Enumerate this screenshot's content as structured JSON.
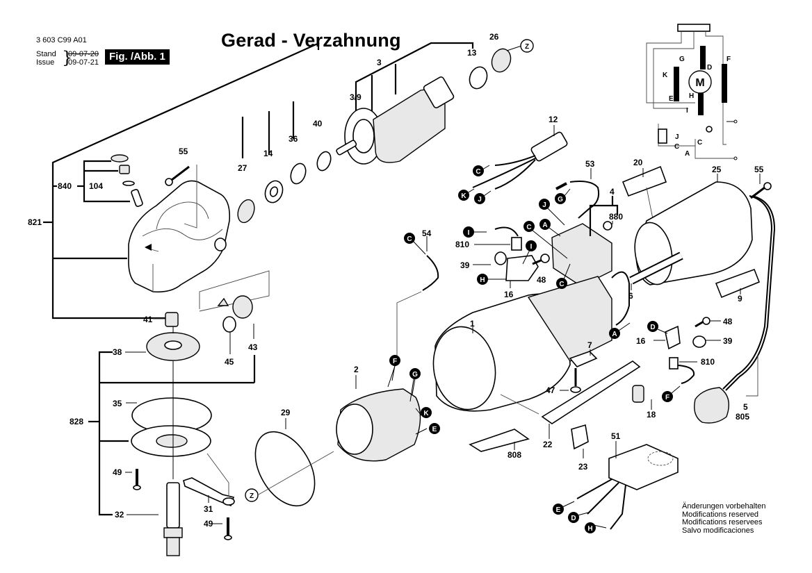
{
  "header": {
    "doc_number": "3 603 C99 A01",
    "stand_label": "Stand",
    "issue_label": "Issue",
    "stand_date_struck": "09-07-20",
    "issue_date": "09-07-21",
    "figure_badge": "Fig. /Abb. 1",
    "title": "Gerad - Verzahnung"
  },
  "notes": [
    "Änderungen vorbehalten",
    "Modifications reserved",
    "Modifications reservees",
    "Salvo modificaciones"
  ],
  "part_labels": {
    "p821": "821",
    "p840": "840",
    "p104": "104",
    "p55a": "55",
    "p27": "27",
    "p14": "14",
    "p36": "36",
    "p40": "40",
    "p41": "41",
    "p45": "45",
    "p43": "43",
    "p38": "38",
    "p35": "35",
    "p828": "828",
    "p49a": "49",
    "p49b": "49",
    "p32": "32",
    "p31": "31",
    "p3": "3",
    "p3_9": "3/9",
    "p13": "13",
    "p26": "26",
    "p12": "12",
    "p53": "53",
    "p4": "4",
    "p880": "880",
    "p20": "20",
    "p25": "25",
    "p55b": "55",
    "p54": "54",
    "p810a": "810",
    "p39a": "39",
    "p48a": "48",
    "p16a": "16",
    "p1": "1",
    "p6": "6",
    "p9": "9",
    "p48b": "48",
    "p16b": "16",
    "p39b": "39",
    "p810b": "810",
    "p7": "7",
    "p47": "47",
    "p18": "18",
    "p5": "5",
    "p805": "805",
    "p2": "2",
    "p29": "29",
    "p808": "808",
    "p22": "22",
    "p23": "23",
    "p51": "51"
  },
  "connector_markers": {
    "c_12_C": "C",
    "c_12_K": "K",
    "c_12_J": "J",
    "c_53_G": "G",
    "c_4_J": "J",
    "c_4_A": "A",
    "c_4_C1": "C",
    "c_4_C2": "C",
    "c_810_I": "I",
    "c_16_I": "I",
    "c_16_H": "H",
    "c_54_C": "C",
    "c_A_cable": "A",
    "c_16b_D": "D",
    "c_F_810": "F",
    "c_2_F": "F",
    "c_2_G": "G",
    "c_2_K": "K",
    "c_2_E": "E",
    "c_51_E": "E",
    "c_51_D": "D",
    "c_51_H": "H"
  },
  "z_markers": {
    "z_top": "Z",
    "z_bottom": "Z"
  },
  "schematic": {
    "motor": "M",
    "labels": {
      "G": "G",
      "F": "F",
      "D": "D",
      "K": "K",
      "E": "E",
      "H": "H",
      "I": "I",
      "J": "J",
      "C1": "C",
      "C2": "C",
      "A": "A"
    }
  }
}
